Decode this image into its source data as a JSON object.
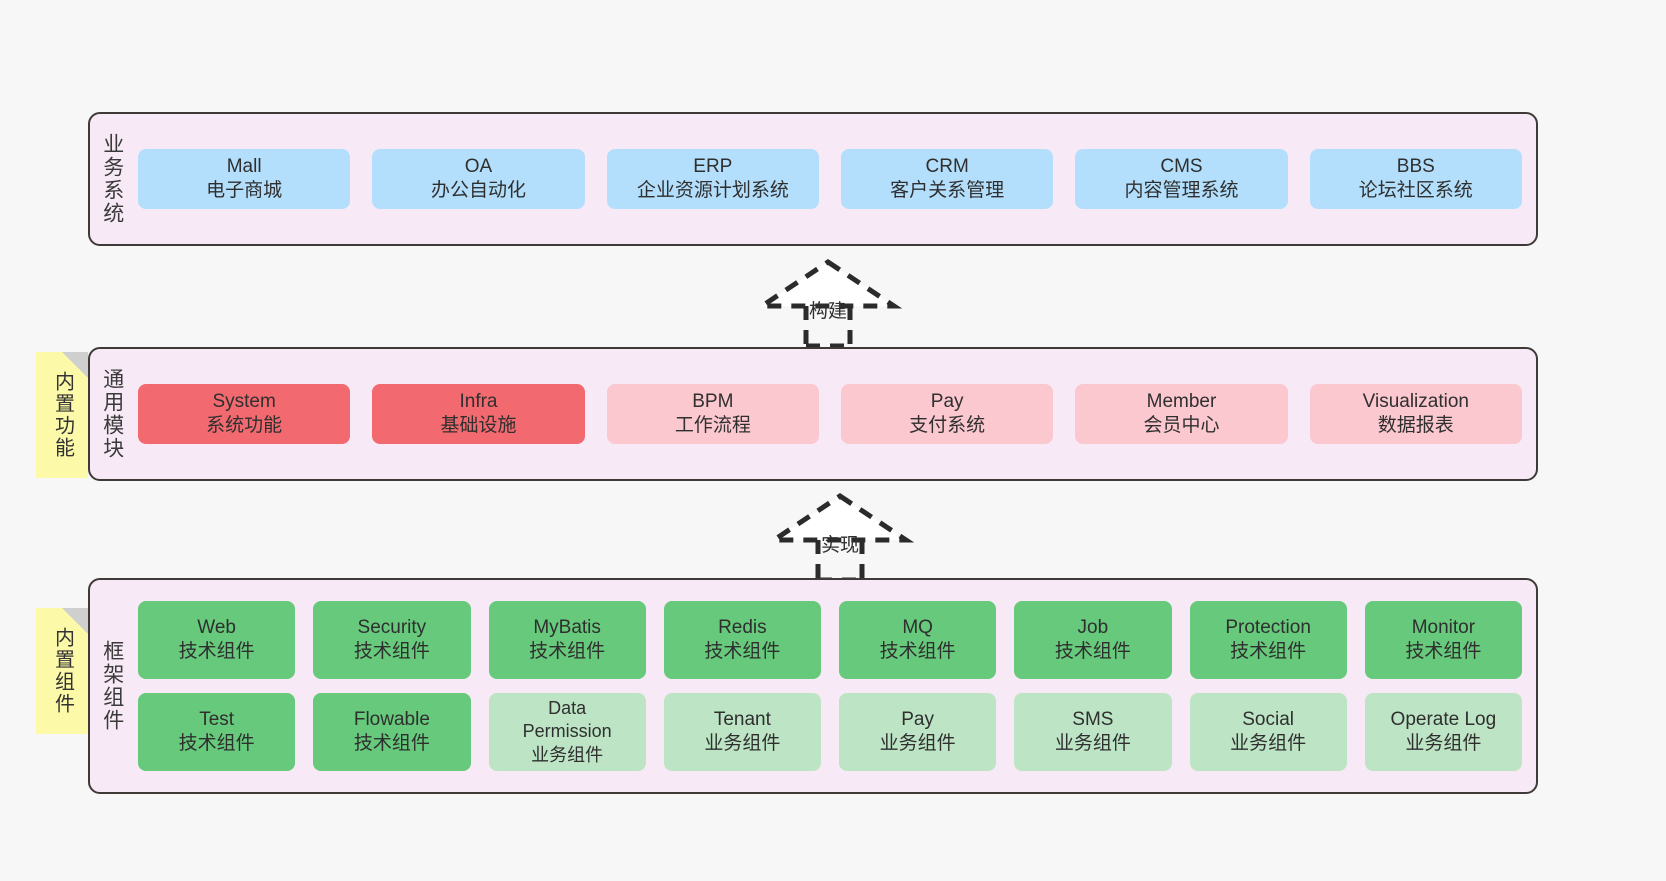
{
  "diagram": {
    "background_color": "#f7f7f7",
    "section_bg_color": "#f7eaf6",
    "section_border_color": "#3f3a38",
    "sticky_color": "#fcfaa8",
    "colors": {
      "blue": "#b3dffc",
      "red": "#f26a6f",
      "pink": "#fbc8cf",
      "green_dark": "#66c97b",
      "green_light": "#bde5c5"
    }
  },
  "sections": [
    {
      "id": "business-systems",
      "title": "业务系统",
      "rows": [
        [
          {
            "name": "Mall",
            "desc": "电子商城",
            "style": "blue"
          },
          {
            "name": "OA",
            "desc": "办公自动化",
            "style": "blue"
          },
          {
            "name": "ERP",
            "desc": "企业资源计划系统",
            "style": "blue"
          },
          {
            "name": "CRM",
            "desc": "客户关系管理",
            "style": "blue"
          },
          {
            "name": "CMS",
            "desc": "内容管理系统",
            "style": "blue"
          },
          {
            "name": "BBS",
            "desc": "论坛社区系统",
            "style": "blue"
          }
        ]
      ]
    },
    {
      "id": "common-modules",
      "title": "通用模块",
      "sticky": "内置功能",
      "rows": [
        [
          {
            "name": "System",
            "desc": "系统功能",
            "style": "red"
          },
          {
            "name": "Infra",
            "desc": "基础设施",
            "style": "red"
          },
          {
            "name": "BPM",
            "desc": "工作流程",
            "style": "pink"
          },
          {
            "name": "Pay",
            "desc": "支付系统",
            "style": "pink"
          },
          {
            "name": "Member",
            "desc": "会员中心",
            "style": "pink"
          },
          {
            "name": "Visualization",
            "desc": "数据报表",
            "style": "pink"
          }
        ]
      ]
    },
    {
      "id": "framework-components",
      "title": "框架组件",
      "sticky": "内置组件",
      "rows": [
        [
          {
            "name": "Web",
            "desc": "技术组件",
            "style": "green-dark"
          },
          {
            "name": "Security",
            "desc": "技术组件",
            "style": "green-dark"
          },
          {
            "name": "MyBatis",
            "desc": "技术组件",
            "style": "green-dark"
          },
          {
            "name": "Redis",
            "desc": "技术组件",
            "style": "green-dark"
          },
          {
            "name": "MQ",
            "desc": "技术组件",
            "style": "green-dark"
          },
          {
            "name": "Job",
            "desc": "技术组件",
            "style": "green-dark"
          },
          {
            "name": "Protection",
            "desc": "技术组件",
            "style": "green-dark"
          },
          {
            "name": "Monitor",
            "desc": "技术组件",
            "style": "green-dark"
          }
        ],
        [
          {
            "name": "Test",
            "desc": "技术组件",
            "style": "green-dark"
          },
          {
            "name": "Flowable",
            "desc": "技术组件",
            "style": "green-dark"
          },
          {
            "name": "Data",
            "name2": "Permission",
            "desc": "业务组件",
            "style": "green-light"
          },
          {
            "name": "Tenant",
            "desc": "业务组件",
            "style": "green-light"
          },
          {
            "name": "Pay",
            "desc": "业务组件",
            "style": "green-light"
          },
          {
            "name": "SMS",
            "desc": "业务组件",
            "style": "green-light"
          },
          {
            "name": "Social",
            "desc": "业务组件",
            "style": "green-light"
          },
          {
            "name": "Operate Log",
            "desc": "业务组件",
            "style": "green-light"
          }
        ]
      ]
    }
  ],
  "arrows": [
    {
      "id": "build-arrow",
      "label": "构建"
    },
    {
      "id": "implement-arrow",
      "label": "实现"
    }
  ]
}
